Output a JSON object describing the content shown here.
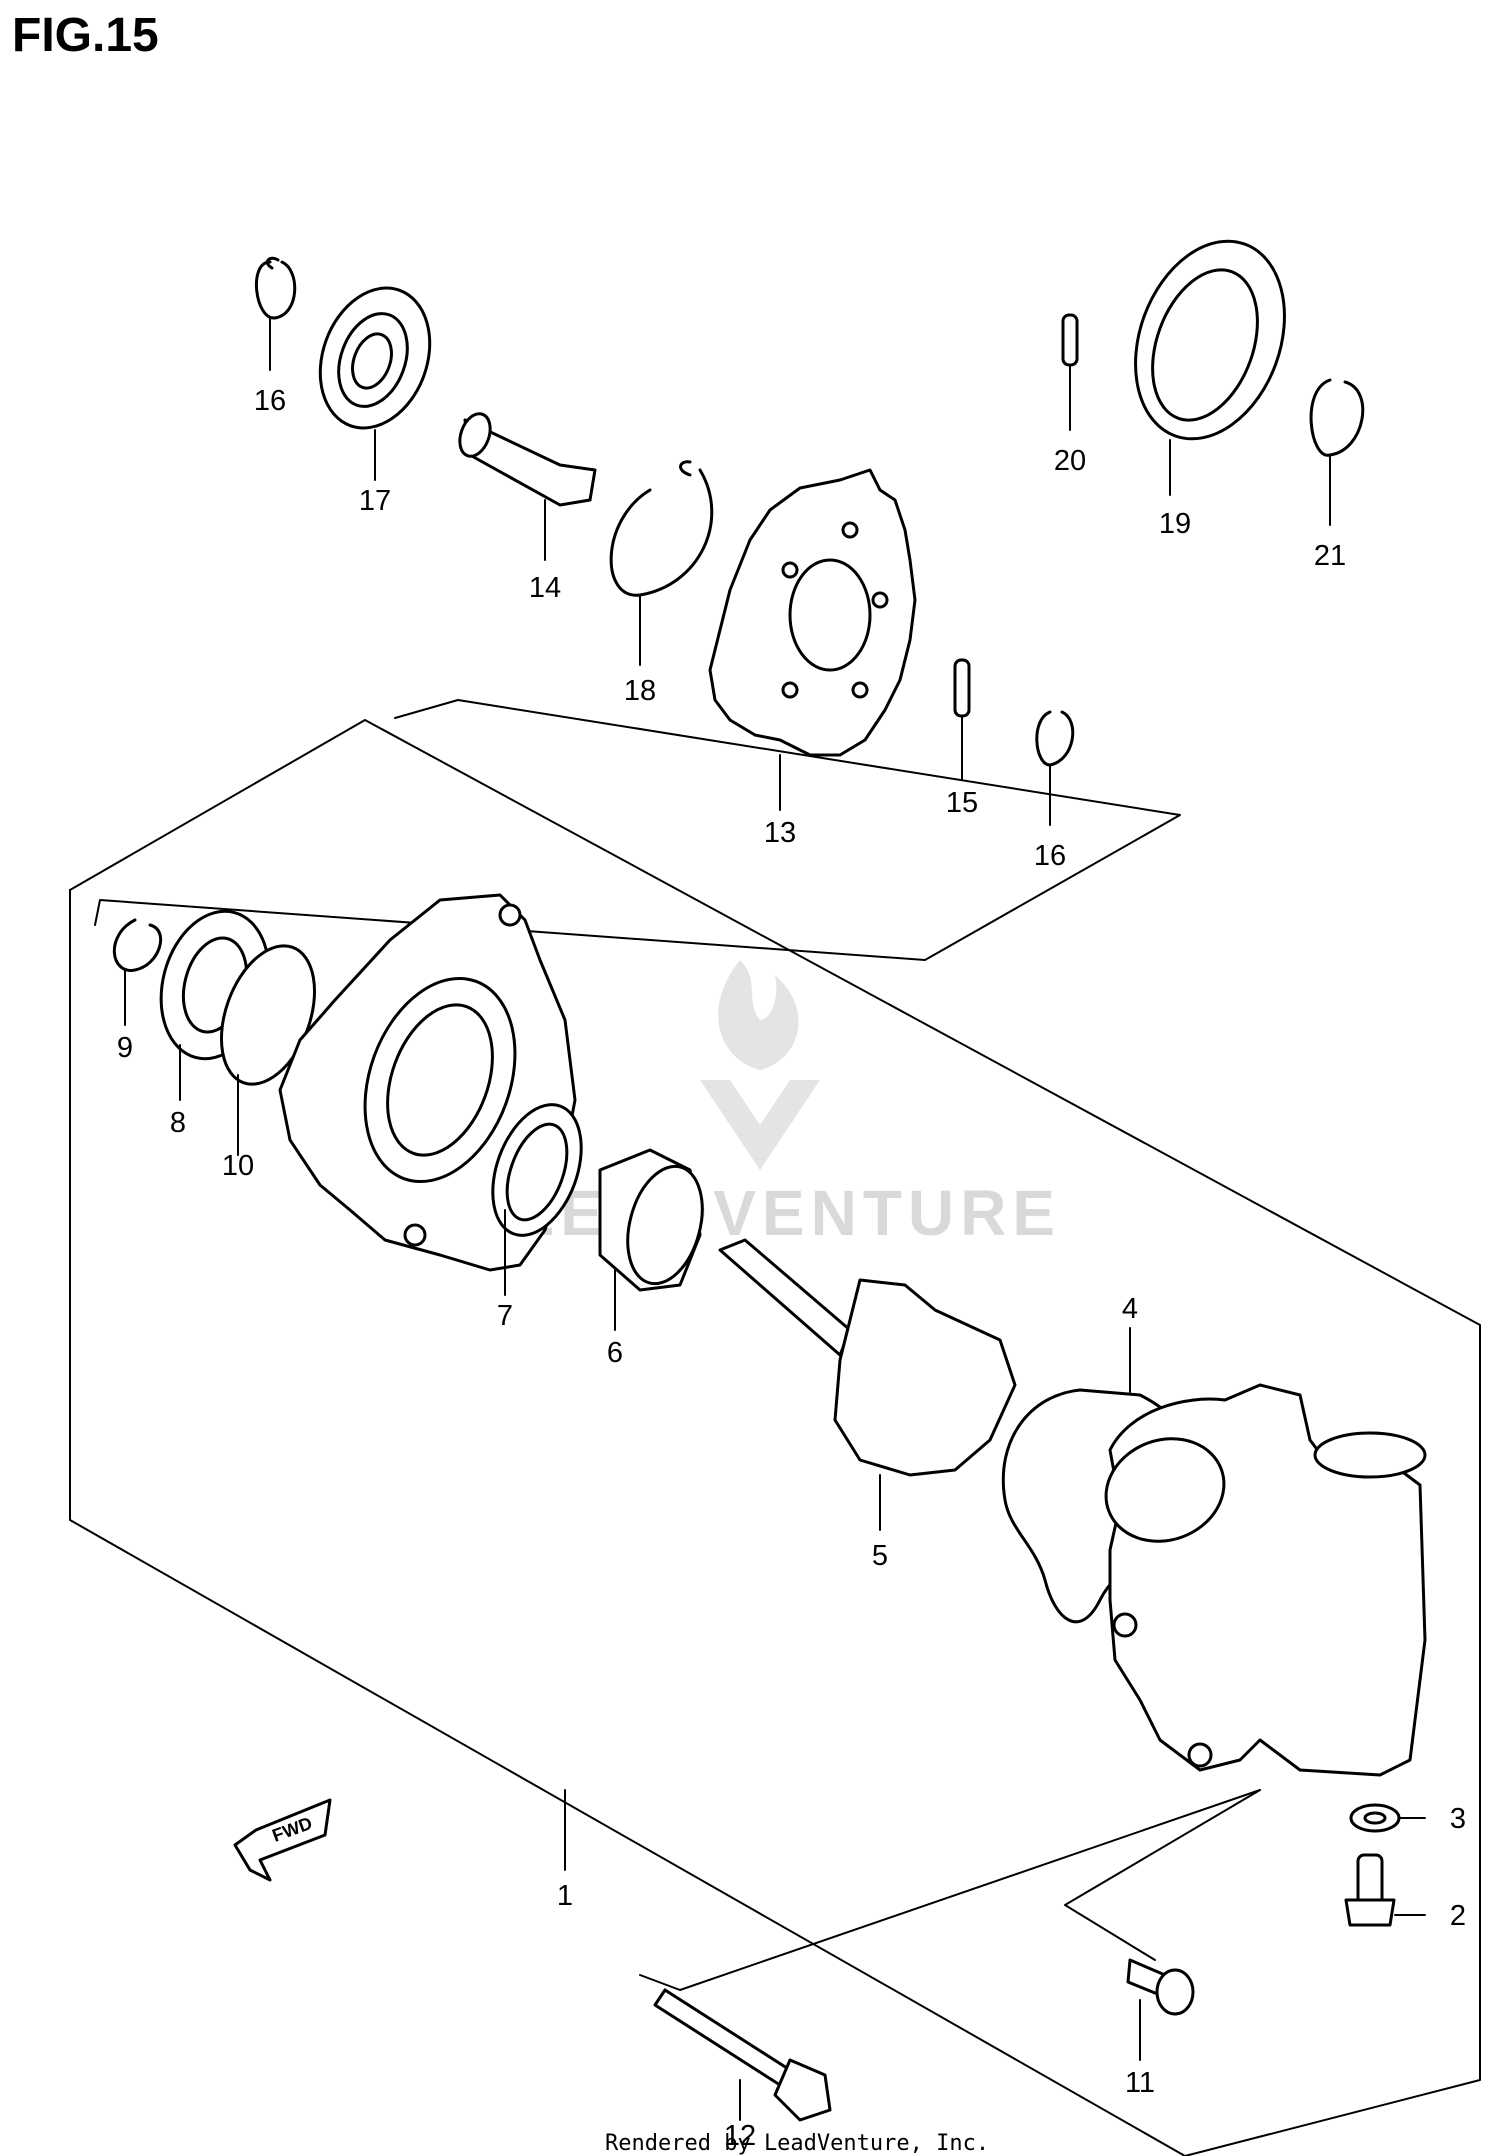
{
  "figure": {
    "title": "FIG.15"
  },
  "watermark": {
    "text": "LEADVENTURE"
  },
  "credit": {
    "text": "Rendered by LeadVenture, Inc."
  },
  "fwd_arrow": {
    "label": "FWD"
  },
  "callouts": {
    "c1": "1",
    "c2": "2",
    "c3": "3",
    "c4": "4",
    "c5": "5",
    "c6": "6",
    "c7": "7",
    "c8": "8",
    "c9": "9",
    "c10": "10",
    "c11": "11",
    "c12": "12",
    "c13": "13",
    "c14": "14",
    "c15": "15",
    "c16a": "16",
    "c16b": "16",
    "c17": "17",
    "c18": "18",
    "c19": "19",
    "c20": "20",
    "c21": "21"
  }
}
